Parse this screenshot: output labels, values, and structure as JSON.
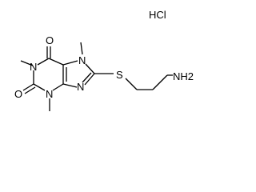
{
  "salt_label": "HCl",
  "atoms": {
    "o_top": "O",
    "n_left": "N",
    "n7": "N",
    "o_bottom": "O",
    "n3": "N",
    "n9": "N",
    "s": "S",
    "nh2": "NH2"
  }
}
